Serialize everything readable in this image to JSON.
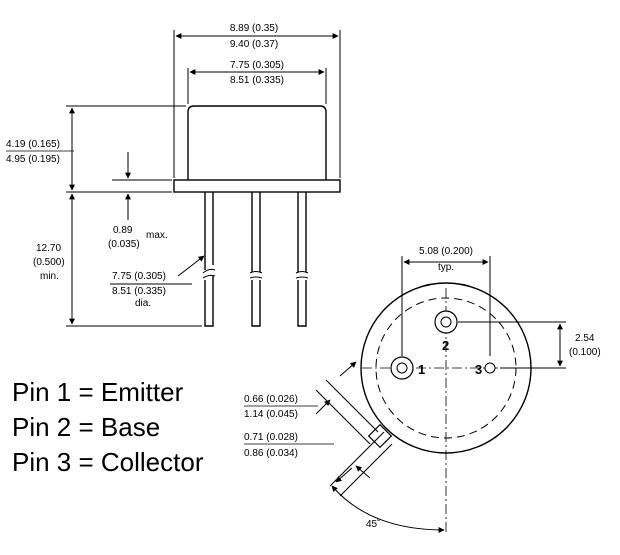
{
  "dimensions": {
    "body_width_min": "8.89 (0.35)",
    "body_width_max": "9.40 (0.37)",
    "cap_width_min": "7.75 (0.305)",
    "cap_width_max": "8.51 (0.335)",
    "height_min": "4.19 (0.165)",
    "height_max": "4.95 (0.195)",
    "flange": "0.89",
    "flange_in": "(0.035)",
    "flange_note": "max.",
    "lead_length": "12.70",
    "lead_length_in": "(0.500)",
    "lead_length_note": "min.",
    "lead_circle_min": "7.75 (0.305)",
    "lead_circle_max": "8.51 (0.335)",
    "lead_circle_note": "dia.",
    "pin_spacing": "5.08 (0.200)",
    "pin_spacing_note": "typ.",
    "offset": "2.54",
    "offset_in": "(0.100)",
    "tab_width_min": "0.66 (0.026)",
    "tab_width_max": "1.14 (0.045)",
    "tab_length_min": "0.71 (0.028)",
    "tab_length_max": "0.86 (0.034)",
    "angle": "45˚"
  },
  "pins": {
    "p1": "1",
    "p2": "2",
    "p3": "3"
  },
  "legend": {
    "pin1": "Pin 1 = Emitter",
    "pin2": "Pin 2 = Base",
    "pin3": "Pin 3 = Collector"
  }
}
